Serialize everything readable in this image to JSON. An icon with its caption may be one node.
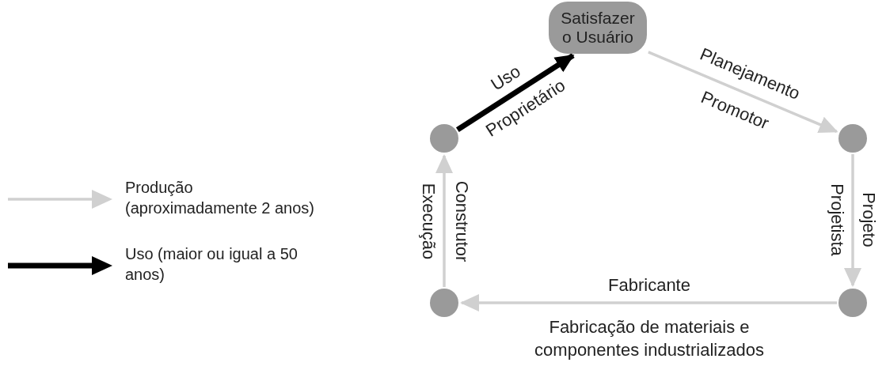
{
  "diagram": {
    "nodes": [
      {
        "text": [
          "Satisfazer o Usuário"
        ]
      },
      {
        "text": [],
        "shape": "circle"
      },
      {
        "text": [],
        "shape": "circle"
      },
      {
        "text": [],
        "shape": "circle"
      },
      {
        "text": [],
        "shape": "circle"
      }
    ],
    "edges": [
      {
        "from": 0,
        "to": 1,
        "arrow": "to",
        "label": "Planejamento"
      },
      {
        "from": 1,
        "to": 2,
        "arrow": "to",
        "label": "Projeto"
      },
      {
        "from": 2,
        "to": 3,
        "arrow": "to",
        "label": "Fabricante"
      },
      {
        "from": 3,
        "to": 4,
        "arrow": "to",
        "label": "Execução"
      },
      {
        "from": 4,
        "to": 0,
        "arrow": "to",
        "label": "Uso",
        "style": "thick",
        "color": "#000000"
      }
    ],
    "labels": [
      "Promotor",
      "Projetista",
      "Fabricação de materiais e componentes industrializados",
      "Construtor",
      "Proprietário"
    ],
    "legend": [
      {
        "text": "Produção (aproximadamente 2 anos)"
      },
      {
        "text": "Uso (maior ou igual a 50 anos)"
      }
    ]
  }
}
